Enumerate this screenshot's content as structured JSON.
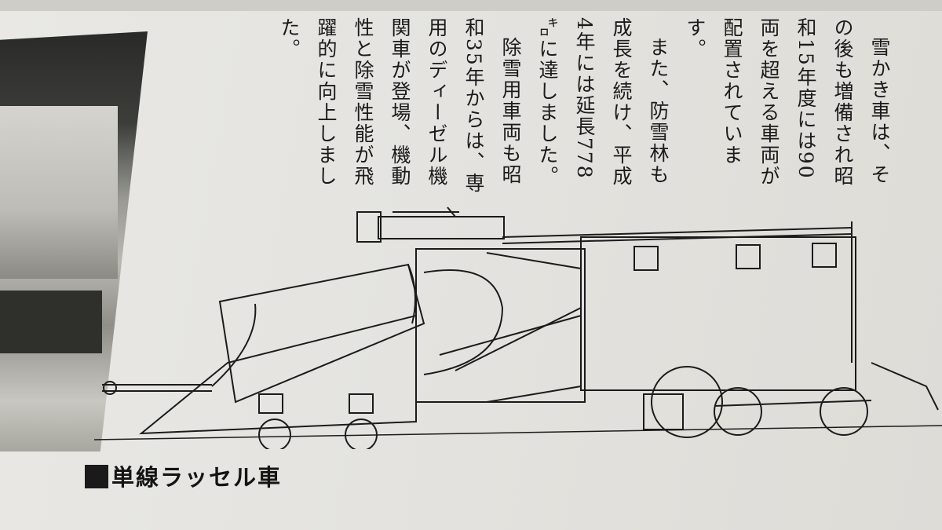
{
  "body_text": {
    "paragraph_1": "雪かき車は、その後も増備され昭和15年度には90両を超える車両が配置されています。",
    "paragraph_2": "また、防雪林も成長を続け、平成4年には延長778㌔に達しました。",
    "paragraph_3": "除雪用車両も昭和35年からは、専用のディーゼル機関車が登場、機動性と除雪性能が飛躍的に向上しました。"
  },
  "caption": {
    "text": "単線ラッセル車"
  },
  "colors": {
    "paper": "#e6e5e1",
    "ink": "#1b1b1b"
  }
}
